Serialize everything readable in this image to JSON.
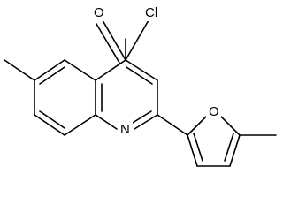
{
  "structure": {
    "atoms": {
      "carbonyl_oxygen": "O",
      "chlorine": "Cl",
      "ring_nitrogen": "N",
      "furan_oxygen": "O"
    }
  },
  "colors": {
    "bond": "#000000",
    "background": "#ffffff"
  }
}
